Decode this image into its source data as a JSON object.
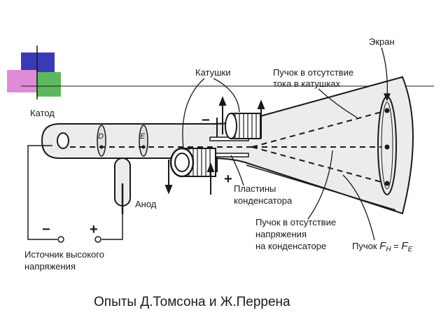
{
  "caption": "Опыты Д.Томсона и Ж.Перрена",
  "labels": {
    "screen": "Экран",
    "coils": "Катушки",
    "beam_no_current_1": "Пучок в отсутствие",
    "beam_no_current_2": "тока в катушках",
    "cathode": "Катод",
    "anode": "Анод",
    "plates_1": "Пластины",
    "plates_2": "конденсатора",
    "beam_no_voltage_1": "Пучок в отсутствие",
    "beam_no_voltage_2": "напряжения",
    "beam_no_voltage_3": "на конденсаторе",
    "beam_balanced_prefix": "Пучок ",
    "fh": "F",
    "fh_sub": "H",
    "eq": " = ",
    "fe": "F",
    "fe_sub": "E",
    "source_1": "Источник высокого",
    "source_2": "напряжения",
    "diaphragm_d": "D",
    "diaphragm_e": "E",
    "minus": "−",
    "plus": "+"
  },
  "colors": {
    "blue": "#3a3ab8",
    "green": "#5cb85c",
    "pink": "#e08ad8",
    "line": "#1a1a1a",
    "tube_fill": "#ececec"
  }
}
